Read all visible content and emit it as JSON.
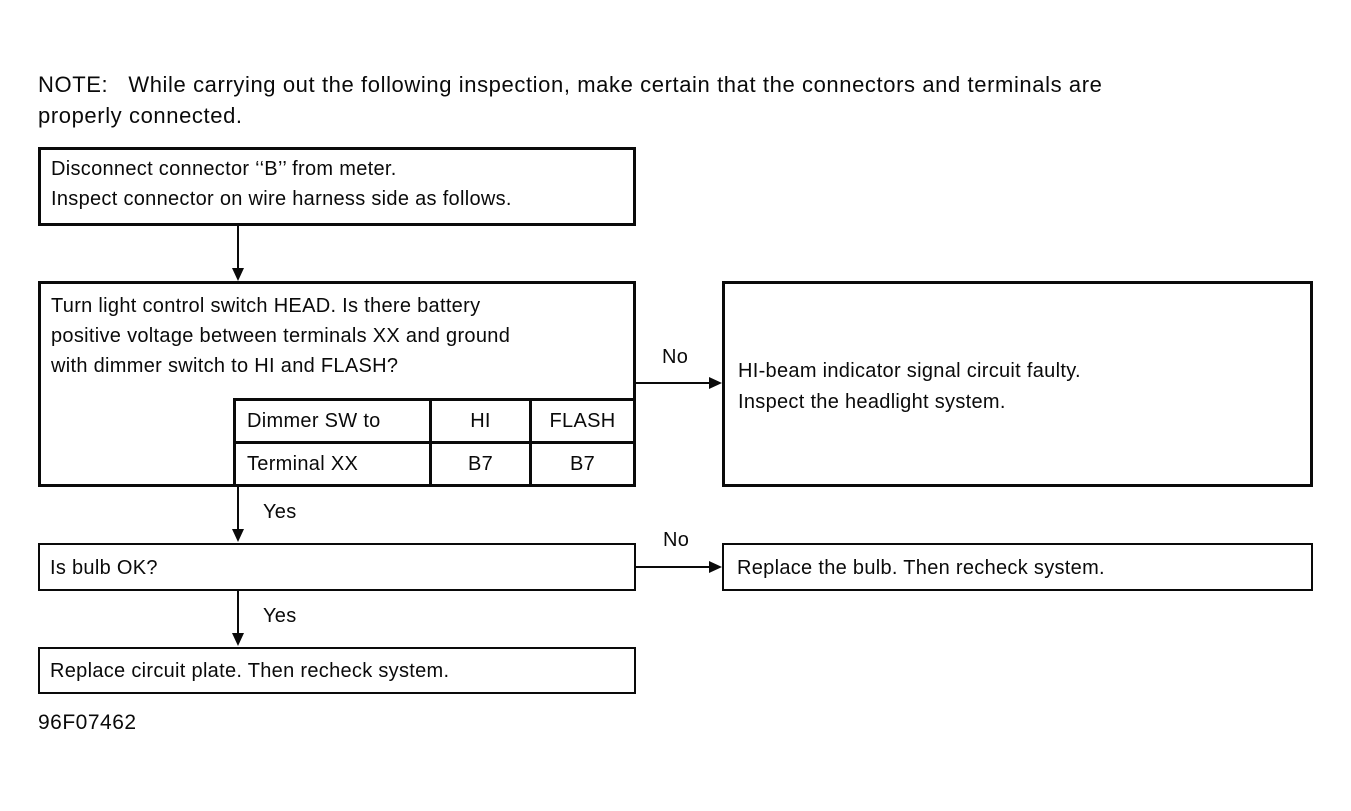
{
  "page": {
    "figure_code": "96F07462"
  },
  "note": {
    "line1": "NOTE:   While carrying out the following inspection, make certain that the connectors and terminals are",
    "line2": "properly connected."
  },
  "flowchart": {
    "step1": {
      "line1": "Disconnect connector ‘‘B’’ from meter.",
      "line2": "Inspect connector on wire harness side as follows."
    },
    "step2": {
      "line1": "Turn light control switch HEAD. Is there battery",
      "line2": "positive voltage between terminals XX and ground",
      "line3": "with dimmer switch to HI and FLASH?",
      "table": {
        "rows": [
          [
            "Dimmer SW to",
            "HI",
            "FLASH"
          ],
          [
            "Terminal XX",
            "B7",
            "B7"
          ]
        ]
      }
    },
    "result_no1": {
      "line1": "HI-beam indicator signal circuit faulty.",
      "line2": "Inspect the headlight system."
    },
    "step3": {
      "line1": "Is bulb OK?"
    },
    "result_no2": {
      "line1": "Replace the bulb. Then recheck system."
    },
    "step4": {
      "line1": "Replace circuit plate. Then recheck system."
    },
    "labels": {
      "no1": "No",
      "yes1": "Yes",
      "no2": "No",
      "yes2": "Yes"
    }
  }
}
